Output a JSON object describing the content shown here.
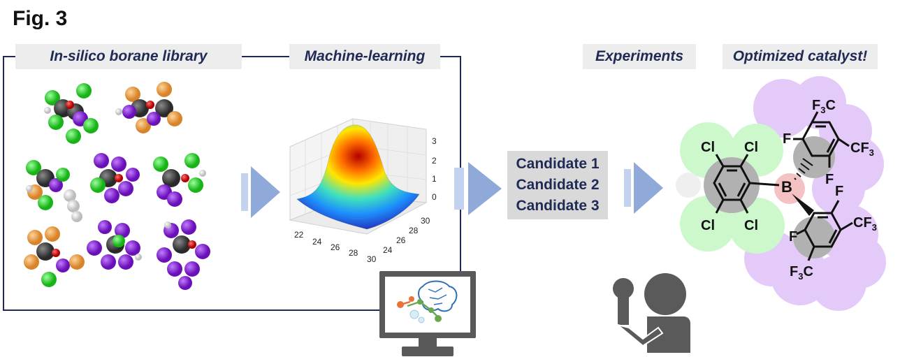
{
  "figure": {
    "title": "Fig. 3"
  },
  "stages": {
    "library": "In-silico borane library",
    "ml": "Machine-learning",
    "experiments": "Experiments",
    "catalyst": "Optimized catalyst!"
  },
  "candidates": [
    "Candidate 1",
    "Candidate 2",
    "Candidate 3"
  ],
  "plot": {
    "x_ticks": [
      "22",
      "24",
      "26",
      "28",
      "30"
    ],
    "y_ticks": [
      "24",
      "26",
      "28",
      "30"
    ],
    "z_ticks": [
      "0",
      "1",
      "2",
      "3"
    ]
  },
  "molecule": {
    "cl_labels": [
      "Cl",
      "Cl",
      "Cl",
      "Cl"
    ],
    "f_labels": [
      "F",
      "F",
      "F",
      "F"
    ],
    "boron": "B",
    "cf3_top": {
      "main": "F",
      "sub": "3",
      "tail": "C"
    },
    "cf3_right": {
      "main": "CF",
      "sub": "3"
    },
    "cf3_lower_right": {
      "main": "CF",
      "sub": "3"
    },
    "cf3_bottom": {
      "main": "F",
      "sub": "3",
      "tail": "C"
    }
  },
  "colors": {
    "navy": "#1f2a55",
    "label_bg": "#ededed",
    "arrow": "#8fa9d9",
    "carbon": "#3a3a3a",
    "boron": "#dd1111",
    "chlorine": "#2be02b",
    "fluorine": "#8a1ed8",
    "phosphorus": "#f0a040",
    "person": "#555555"
  }
}
